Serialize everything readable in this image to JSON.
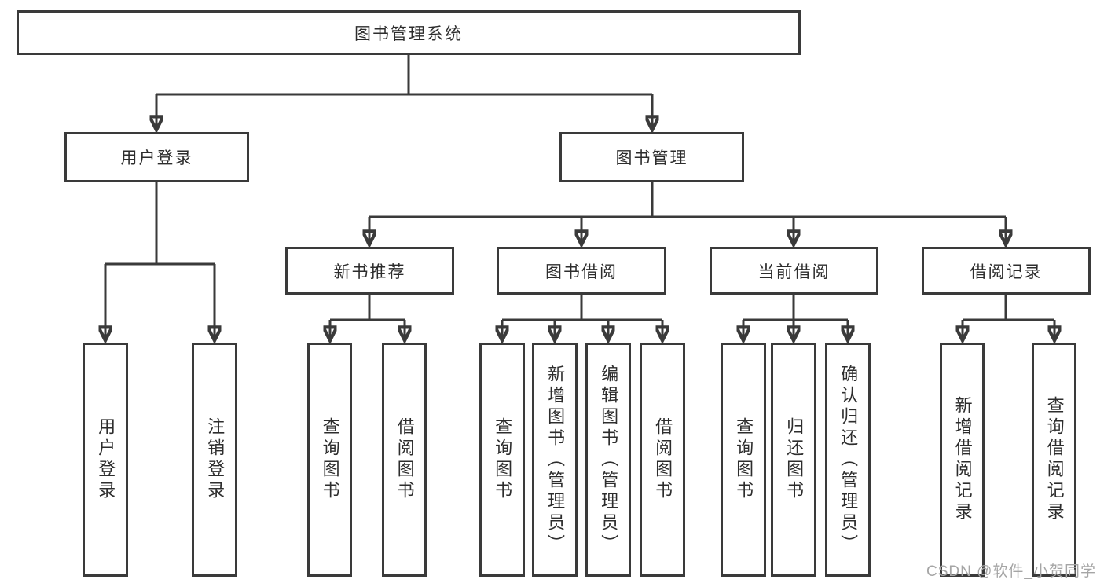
{
  "diagram_title": "图书管理系统",
  "watermark": "CSDN @软件_小贺同学",
  "colors": {
    "line": "#3a3a3a",
    "box_border": "#3a3a3a",
    "box_background": "#ffffff",
    "text": "#2d2d2d",
    "watermark": "#a5a5a5"
  },
  "branches": {
    "user_login": {
      "label": "用户登录",
      "children": [
        {
          "label": "用户登录"
        },
        {
          "label": "注销登录"
        }
      ]
    },
    "book_management": {
      "label": "图书管理",
      "sections": [
        {
          "label": "新书推荐",
          "children": [
            {
              "label": "查询图书"
            },
            {
              "label": "借阅图书"
            }
          ]
        },
        {
          "label": "图书借阅",
          "children": [
            {
              "label": "查询图书"
            },
            {
              "label": "新增图书（管理员）"
            },
            {
              "label": "编辑图书（管理员）"
            },
            {
              "label": "借阅图书"
            }
          ]
        },
        {
          "label": "当前借阅",
          "children": [
            {
              "label": "查询图书"
            },
            {
              "label": "归还图书"
            },
            {
              "label": "确认归还（管理员）"
            }
          ]
        },
        {
          "label": "借阅记录",
          "children": [
            {
              "label": "新增借阅记录"
            },
            {
              "label": "查询借阅记录"
            }
          ]
        }
      ]
    }
  }
}
